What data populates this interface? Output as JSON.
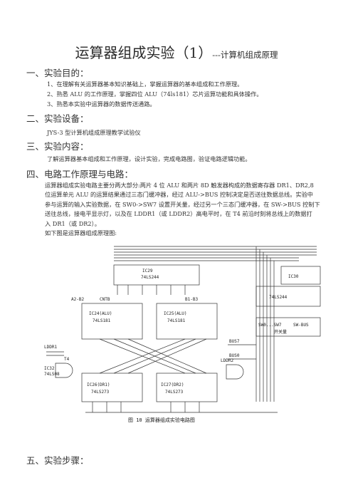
{
  "title": "运算器组成实验（1）",
  "subtitle": "---计算机组成原理",
  "sections": [
    {
      "heading": "一、实验目的："
    },
    {
      "heading": "二、实验设备："
    },
    {
      "heading": "三、实验内容："
    },
    {
      "heading": "四、电路工作原理与电路："
    },
    {
      "heading": "五、实验步骤："
    }
  ],
  "purpose": [
    "1、在理解有关运算器基本知识基础上，掌握运算器的基本组成和工作原理。",
    "2、熟悉 ALU 的工作原理，掌握四位 ALU（74ls181）芯片运算功能和具体操作。",
    "3、熟悉本实验中运算器的数据传送通路。"
  ],
  "equipment": "JYS-3 型计算机组成原理教学试验仪",
  "content": "了解运算器基本组成和工作原理，设计实验，完成电路图，验证电路逻辑功能。",
  "principle_lines": [
    "运算器组成实验电路主要分两大部分:两片 4 位 ALU 和两片 8D 触发器构成的数据寄存器 DR1、DR2,8",
    "位运算单元 ALU 的运算结果通过三态门缓冲器，经过 ALU->BUS 控制决定是否送往数据总线。实验中",
    "参与运算的输入实验数据，在 SW0->SW7 设置开关量，经过另一个三态门缓冲器，在 SW->BUS 控制下",
    "送往总线，接电平显示灯，以及在 LDDR1（或 LDDR2）高电平时，在 T4 前沿时刻将总线上的数据打",
    "入 DR1（或 DR2）。"
  ],
  "figure_intro": "如下图是运算器组成原理图:",
  "figure": {
    "chips": [
      "IC29",
      "74LS244",
      "IC24(ALU)",
      "74LS181",
      "IC25(ALU)",
      "74LS181",
      "IC26(DR1)",
      "74LS273",
      "IC27(DR2)",
      "74LS273",
      "IC30",
      "74LS244",
      "SW0...SW7",
      "SW-BUS",
      "开关量"
    ],
    "labels": [
      "A2-B2",
      "CNTB",
      "B1-B3",
      "BUS7",
      "BUS0",
      "LDDR1",
      "LDDR2",
      "T4",
      "IC32",
      "74LS08",
      "IC30"
    ],
    "caption": "图 10 运算器组成实验电路图"
  }
}
